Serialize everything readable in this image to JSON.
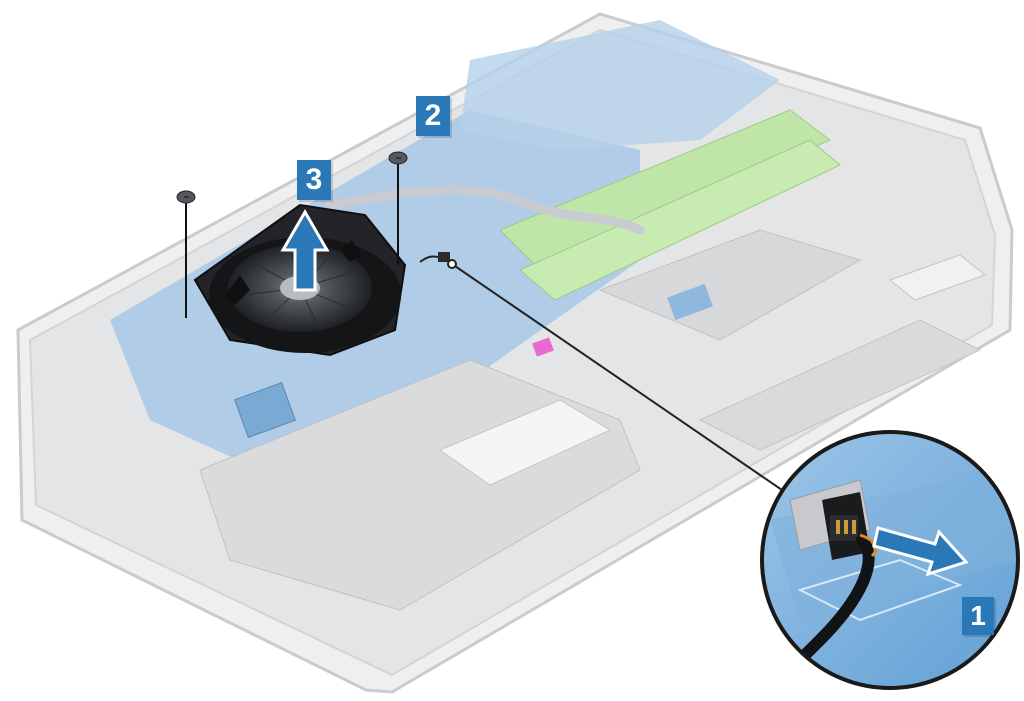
{
  "diagram": {
    "steps": [
      {
        "id": "step-2",
        "label": "2"
      },
      {
        "id": "step-3",
        "label": "3"
      },
      {
        "id": "step-1",
        "label": "1"
      }
    ],
    "colors": {
      "step_badge": "#2a78b7",
      "board_blue": "#9bbfe0",
      "chassis_gray": "#e6e7e8",
      "memory_green": "#b9e3a4",
      "fan_black": "#1b1c1e",
      "arrow_blue": "#2a78b7"
    },
    "icons": [
      "screw-icon",
      "fan-icon",
      "lift-arrow-icon",
      "pull-arrow-icon",
      "connector-icon"
    ]
  }
}
